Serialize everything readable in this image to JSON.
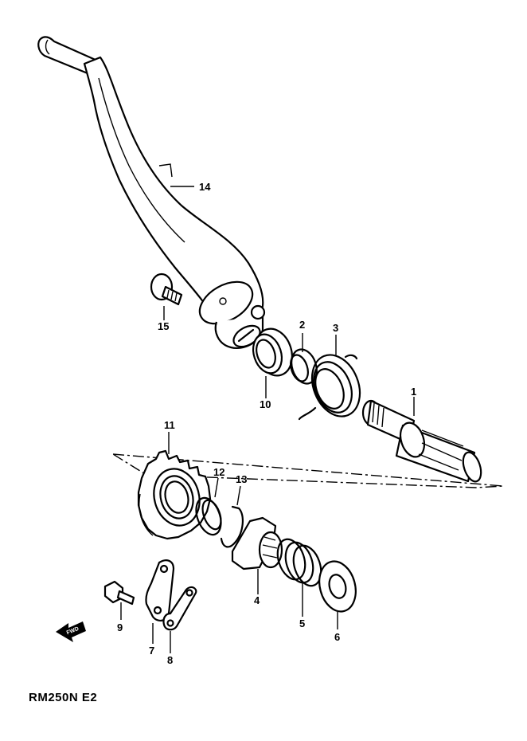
{
  "diagram": {
    "model_label": "RM250N E2",
    "fwd_label": "FWD",
    "callouts": [
      {
        "id": "p1",
        "label": "1"
      },
      {
        "id": "p2",
        "label": "2"
      },
      {
        "id": "p3",
        "label": "3"
      },
      {
        "id": "p4",
        "label": "4"
      },
      {
        "id": "p5",
        "label": "5"
      },
      {
        "id": "p6",
        "label": "6"
      },
      {
        "id": "p7",
        "label": "7"
      },
      {
        "id": "p8",
        "label": "8"
      },
      {
        "id": "p9",
        "label": "9"
      },
      {
        "id": "p10",
        "label": "10"
      },
      {
        "id": "p11",
        "label": "11"
      },
      {
        "id": "p12",
        "label": "12"
      },
      {
        "id": "p13",
        "label": "13"
      },
      {
        "id": "p14",
        "label": "14"
      },
      {
        "id": "p15",
        "label": "15"
      }
    ]
  }
}
